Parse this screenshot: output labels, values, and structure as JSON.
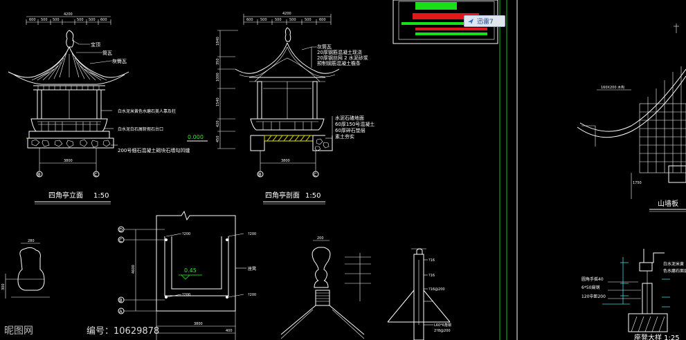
{
  "drawing": {
    "elevation_title": "四角亭立面",
    "elevation_scale": "1:50",
    "section_title": "四角亭剖面",
    "section_scale": "1:50",
    "gable_title": "山墙板",
    "corner_title": "座凳大样 1:25",
    "elevation_labels": {
      "finial": "宝顶",
      "ridge": "筒瓦",
      "tile": "灰筒瓦",
      "column_note": "白水泥米黄色水磨石美人靠及柱",
      "base_note": "白水泥白石屑斩假石台口",
      "foundation_note": "200号细石混凝土砌块石墙勾凹缝",
      "elevation_mark": "0.000"
    },
    "section_labels": {
      "l1": "灰筒瓦",
      "l2": "20厚钢筋混凝土现浇",
      "l3": "20厚钢丝网 2 水泥砂浆",
      "l4": "预制钢筋混凝土檐条",
      "s1": "水泥石碴地面",
      "s2": "60厚150号混凝土",
      "s3": "60厚碎石垫层",
      "s4": "素土夯实"
    },
    "section_dims_left": [
      "1840",
      "350",
      "1000",
      "1540",
      "420",
      "450"
    ],
    "elevation_top_dims": [
      "600",
      "500",
      "500",
      "500",
      "500",
      "600"
    ],
    "elevation_top_total": "4200",
    "section_top_dims": [
      "600",
      "500",
      "500",
      "500",
      "500",
      "600"
    ],
    "section_top_total": "4200",
    "bottom_total": "3800",
    "axis_marks": [
      "B",
      "C",
      "D",
      "C",
      "B",
      "A"
    ],
    "plan_labels": {
      "rebar": "?200",
      "level": "0.45",
      "beam": "座凳",
      "d1": "3800",
      "d2": "400",
      "side": "4600"
    },
    "gable_labels": {
      "spec": "160X200 木构",
      "dim": "1750"
    },
    "corner_labels": {
      "r1": "圆角手摇40",
      "r2": "6*50扁钢",
      "r3": "120中距200",
      "n1": "白水泥米黄",
      "n2": "色水磨石面层",
      "d1": "?16",
      "d2": "?16",
      "d3": "?16@200",
      "d4": "L60*6角钢",
      "d5": "2?8@200"
    },
    "post_dims": [
      "280",
      "300",
      "200"
    ]
  },
  "overlay": {
    "badge_text": "迅雷7",
    "watermark_site": "昵图网",
    "watermark_code": "编号：10629878"
  },
  "colors": {
    "background": "#000000",
    "line": "#ffffff",
    "green_bar": "#18e018",
    "red_bar": "#e01818",
    "frame": "#19c319",
    "hatch_yellow": "#e6e600",
    "cyan": "#3fd8e0"
  }
}
